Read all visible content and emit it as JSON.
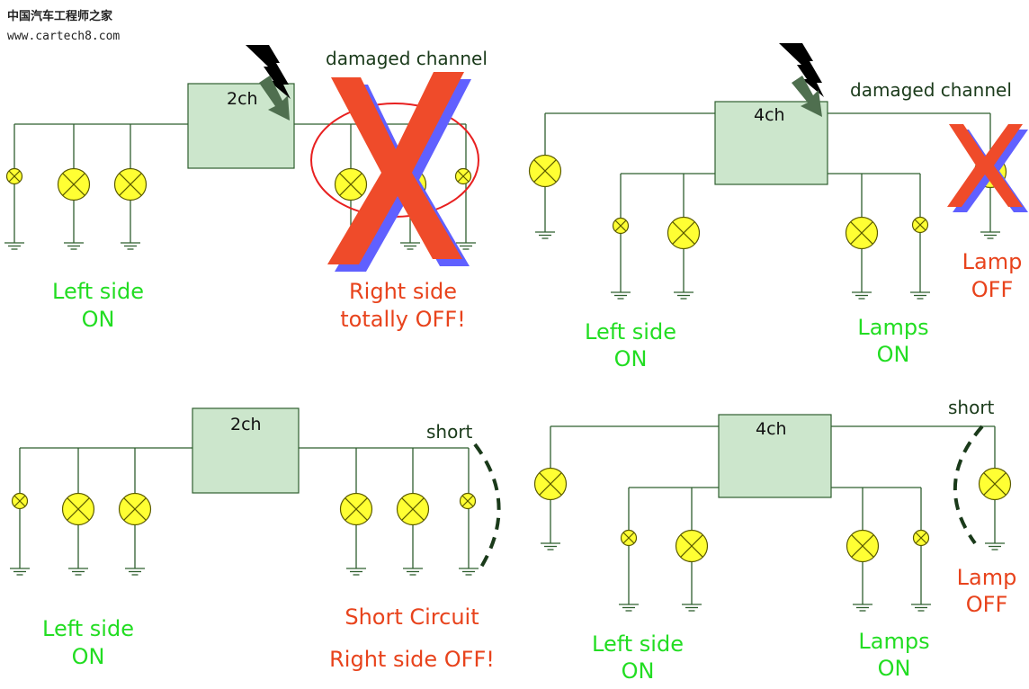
{
  "watermark": {
    "title": "中国汽车工程师之家",
    "url": "www.cartech8.com"
  },
  "panels": {
    "top_left": {
      "channel_label": "2ch",
      "annotation": "damaged channel",
      "status_left": [
        "Left side",
        "ON"
      ],
      "status_right": [
        "Right side",
        "totally OFF!"
      ]
    },
    "top_right": {
      "channel_label": "4ch",
      "annotation": "damaged channel",
      "status_left": [
        "Left side",
        "ON"
      ],
      "status_middle": [
        "Lamps",
        "ON"
      ],
      "status_right": [
        "Lamp",
        "OFF"
      ]
    },
    "bottom_left": {
      "channel_label": "2ch",
      "annotation": "short",
      "status_left": [
        "Left side",
        "ON"
      ],
      "status_right": [
        "Short Circuit",
        "Right side OFF!"
      ]
    },
    "bottom_right": {
      "channel_label": "4ch",
      "annotation": "short",
      "status_left": [
        "Left side",
        "ON"
      ],
      "status_middle": [
        "Lamps",
        "ON"
      ],
      "status_right": [
        "Lamp",
        "OFF"
      ]
    }
  },
  "colors": {
    "on_text": "#22dd22",
    "off_text": "#e8431c",
    "lamp_fill": "#ffff33",
    "module_fill": "#cce6cc",
    "cross_fill": "#ef4b2a",
    "short_dash": "#1a3a1a"
  }
}
